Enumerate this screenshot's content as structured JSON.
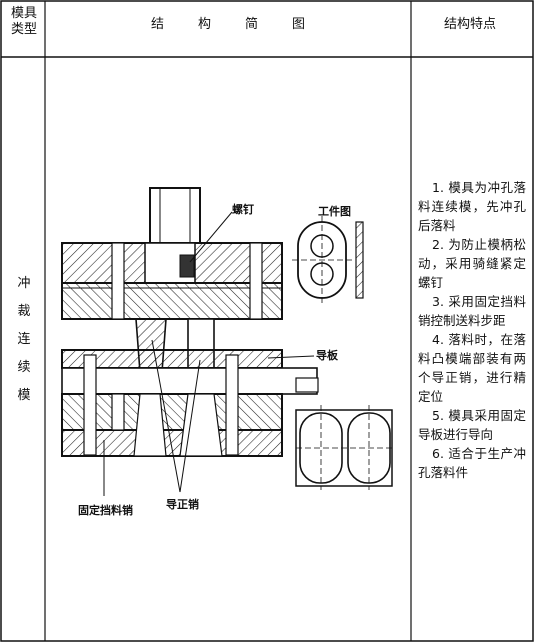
{
  "table": {
    "header": {
      "col1": "模具类型",
      "col2": "结构简图",
      "col3": "结构特点"
    },
    "row": {
      "die_type": "冲裁连续模",
      "features": [
        "1. 模具为冲孔落料连续模，先冲孔后落料",
        "2. 为防止模柄松动，采用骑缝紧定螺钉",
        "3. 采用固定挡料销控制送料步距",
        "4. 落料时，在落料凸模端部装有两个导正销，进行精定位",
        "5. 模具采用固定导板进行导向",
        "6. 适合于生产冲孔落料件"
      ]
    }
  },
  "drawing": {
    "labels": {
      "screw": "螺钉",
      "workpiece": "工件图",
      "guide_plate": "导板",
      "fixed_stop_pin": "固定挡料销",
      "pilot_pin": "导正销"
    }
  }
}
